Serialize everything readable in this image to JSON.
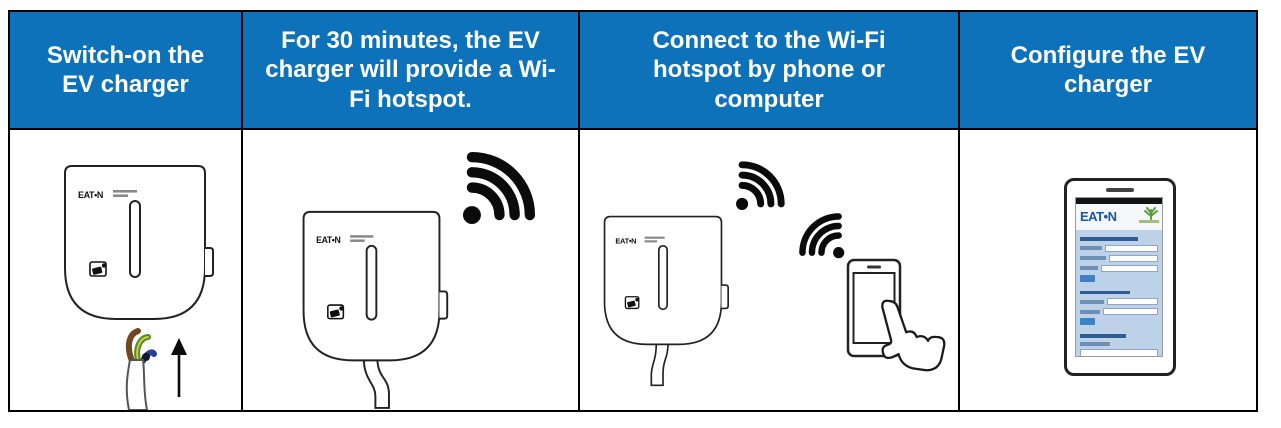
{
  "document": {
    "kind": "ev-charger-setup-instruction-table",
    "background": "#ffffff"
  },
  "colors": {
    "header_bg": "#0d72b9",
    "header_text": "#ffffff",
    "table_border": "#000000",
    "drawing_line": "#222222",
    "wire_brown": "#6f4722",
    "wire_green": "#4c8f31",
    "wire_yellow": "#d9c832",
    "wire_blue": "#2a3f8f",
    "screen_body": "#bdd2e9",
    "screen_button": "#3f7fc4",
    "eaton_blue": "#1659a7",
    "leaf_green": "#5a9e3a"
  },
  "steps": [
    {
      "title": "Switch-on the EV charger"
    },
    {
      "title": "For 30 minutes, the EV charger will provide a Wi-Fi hotspot."
    },
    {
      "title": "Connect to the Wi-Fi hotspot by phone or computer"
    },
    {
      "title": "Configure the EV charger"
    }
  ],
  "charger": {
    "logo": "EAT•N"
  },
  "phone_screen": {
    "logo": "EAT•N"
  },
  "icons": {
    "wifi": "wifi-signal-three-arcs-with-dot",
    "arrow_up": "black-up-arrow",
    "rfid": "rfid-card-reader-symbol",
    "hand": "pointing-hand-outline",
    "leaf": "green-plant-mark"
  }
}
